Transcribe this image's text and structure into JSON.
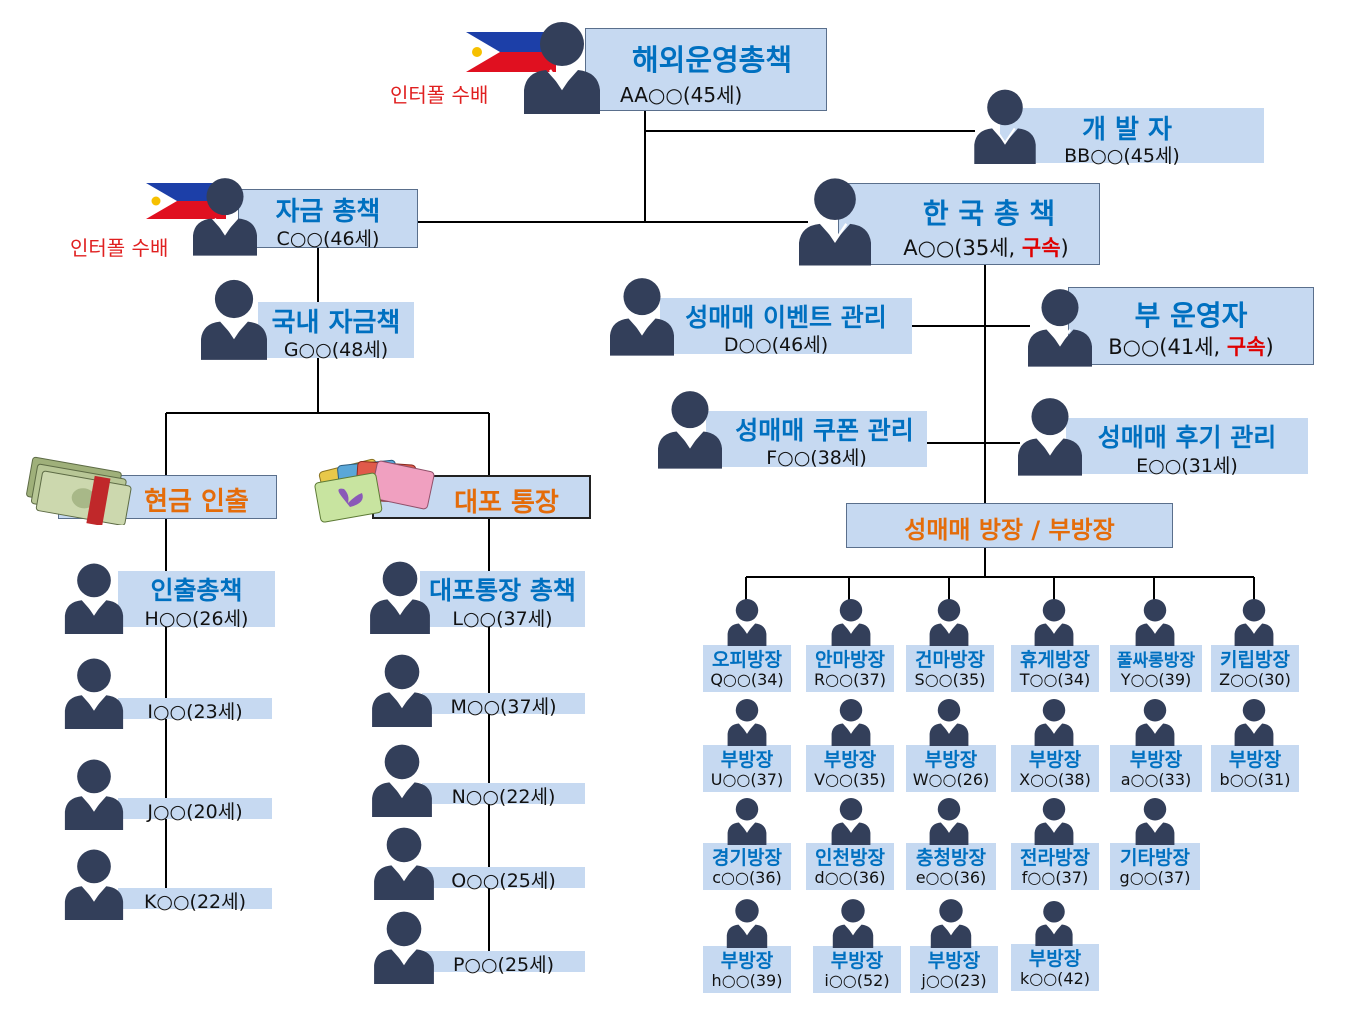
{
  "colors": {
    "title_blue": "#0070c0",
    "title_orange": "#e46c0a",
    "box_fill": "#c6d9f1",
    "person": "#333f5a",
    "arrested": "#e00000",
    "wanted": "#e02020"
  },
  "labels": {
    "wanted": "인터폴 수배",
    "arrested": "구속"
  },
  "top": {
    "title": "해외운영총책",
    "sub": "AA○○(45세)"
  },
  "dev": {
    "title": "개 발 자",
    "sub": "BB○○(45세)"
  },
  "fund": {
    "title": "자금 총책",
    "sub": "C○○(46세)"
  },
  "korea": {
    "title": "한 국 총 책",
    "sub_pre": "A○○(35세, ",
    "sub_post": ")"
  },
  "domfund": {
    "title": "국내 자금책",
    "sub": "G○○(48세)"
  },
  "event": {
    "title": "성매매 이벤트 관리",
    "sub": "D○○(46세)"
  },
  "vice": {
    "title": "부 운영자",
    "sub_pre": "B○○(41세, ",
    "sub_post": ")"
  },
  "coupon": {
    "title": "성매매 쿠폰 관리",
    "sub": "F○○(38세)"
  },
  "review": {
    "title": "성매매 후기 관리",
    "sub": "E○○(31세)"
  },
  "cash": {
    "title": "현금 인출"
  },
  "bank": {
    "title": "대포 통장"
  },
  "room_header": {
    "title": "성매매 방장 / 부방장"
  },
  "cash_people": [
    {
      "title": "인출총책",
      "sub": "H○○(26세)"
    },
    {
      "sub": "I○○(23세)"
    },
    {
      "sub": "J○○(20세)"
    },
    {
      "sub": "K○○(22세)"
    }
  ],
  "bank_people": [
    {
      "title": "대포통장 총책",
      "sub": "L○○(37세)"
    },
    {
      "sub": "M○○(37세)"
    },
    {
      "sub": "N○○(22세)"
    },
    {
      "sub": "O○○(25세)"
    },
    {
      "sub": "P○○(25세)"
    }
  ],
  "rooms": [
    [
      {
        "title": "오피방장",
        "sub": "Q○○(34)"
      },
      {
        "title": "안마방장",
        "sub": "R○○(37)"
      },
      {
        "title": "건마방장",
        "sub": "S○○(35)"
      },
      {
        "title": "휴게방장",
        "sub": "T○○(34)"
      },
      {
        "title": "풀싸롱방장",
        "sub": "Y○○(39)"
      },
      {
        "title": "키립방장",
        "sub": "Z○○(30)"
      }
    ],
    [
      {
        "title": "부방장",
        "sub": "U○○(37)"
      },
      {
        "title": "부방장",
        "sub": "V○○(35)"
      },
      {
        "title": "부방장",
        "sub": "W○○(26)"
      },
      {
        "title": "부방장",
        "sub": "X○○(38)"
      },
      {
        "title": "부방장",
        "sub": "a○○(33)"
      },
      {
        "title": "부방장",
        "sub": "b○○(31)"
      }
    ],
    [
      {
        "title": "경기방장",
        "sub": "c○○(36)"
      },
      {
        "title": "인천방장",
        "sub": "d○○(36)"
      },
      {
        "title": "충청방장",
        "sub": "e○○(36)"
      },
      {
        "title": "전라방장",
        "sub": "f○○(37)"
      },
      {
        "title": "기타방장",
        "sub": "g○○(37)"
      }
    ],
    [
      {
        "title": "부방장",
        "sub": "h○○(39)"
      },
      {
        "title": "부방장",
        "sub": "i○○(52)"
      },
      {
        "title": "부방장",
        "sub": "j○○(23)"
      },
      {
        "title": "부방장",
        "sub": "k○○(42)"
      }
    ]
  ]
}
